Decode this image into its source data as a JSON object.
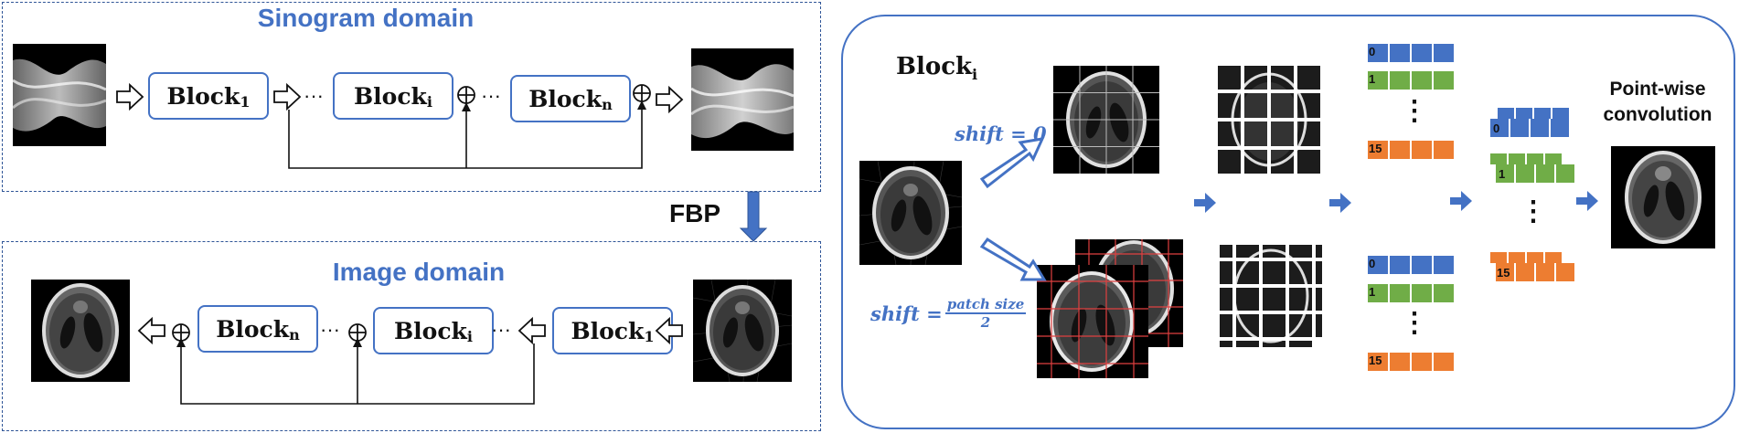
{
  "sinogram": {
    "title": "Sinogram domain",
    "blocks": [
      {
        "name": "Block",
        "sub": "1"
      },
      {
        "name": "Block",
        "sub": "i"
      },
      {
        "name": "Block",
        "sub": "n"
      }
    ],
    "ellipsis": "···"
  },
  "fbp_label": "FBP",
  "image_domain": {
    "title": "Image domain",
    "blocks": [
      {
        "name": "Block",
        "sub": "n"
      },
      {
        "name": "Block",
        "sub": "i"
      },
      {
        "name": "Block",
        "sub": "1"
      }
    ],
    "ellipsis": "···"
  },
  "detail": {
    "title": "Block",
    "title_sub": "i",
    "shift_zero": "shift = 0",
    "shift_half_prefix": "shift =",
    "shift_half_num": "patch size",
    "shift_half_den": "2",
    "pointwise_line1": "Point-wise",
    "pointwise_line2": "convolution",
    "token_labels": [
      "0",
      "1",
      "15"
    ],
    "vdots": "⋮"
  },
  "colors": {
    "accent": "#4472c4",
    "blue_token": "#4472c4",
    "green_token": "#70ad47",
    "orange_token": "#ed7d31",
    "arrow": "#4472c4"
  }
}
